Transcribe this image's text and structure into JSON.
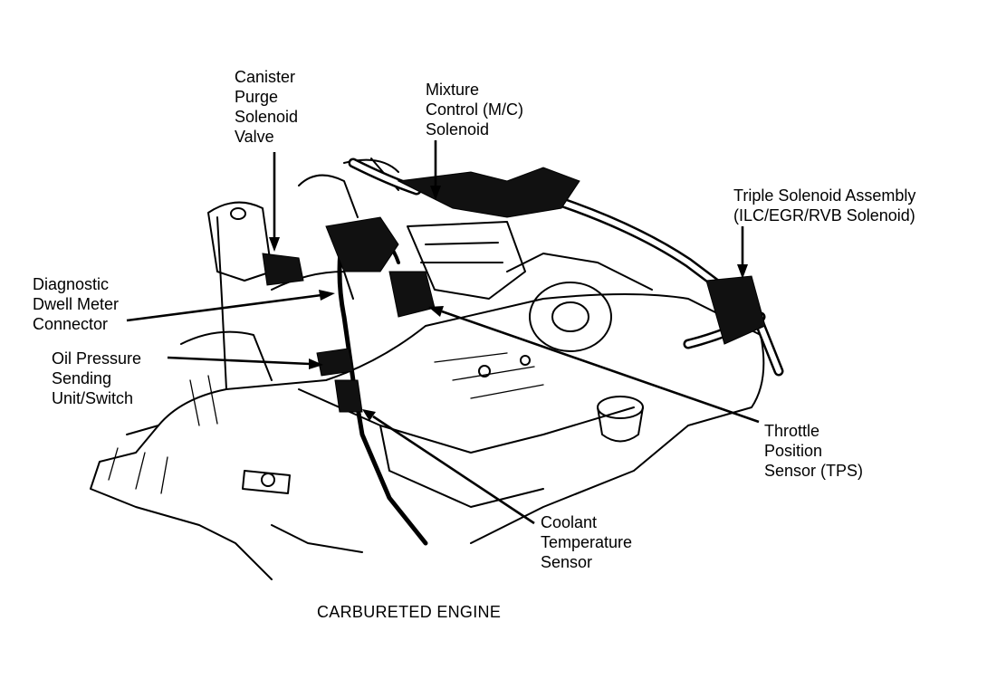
{
  "caption": "CARBURETED ENGINE",
  "callouts": {
    "canister": [
      "Canister",
      "Purge",
      "Solenoid",
      "Valve"
    ],
    "mixture": [
      "Mixture",
      "Control (M/C)",
      "Solenoid"
    ],
    "triple": [
      "Triple Solenoid Assembly",
      "(ILC/EGR/RVB Solenoid)"
    ],
    "diagnostic": [
      "Diagnostic",
      "Dwell Meter",
      "Connector"
    ],
    "oil": [
      "Oil Pressure",
      "Sending",
      "Unit/Switch"
    ],
    "throttle": [
      "Throttle",
      "Position",
      "Sensor (TPS)"
    ],
    "coolant": [
      "Coolant",
      "Temperature",
      "Sensor"
    ]
  }
}
